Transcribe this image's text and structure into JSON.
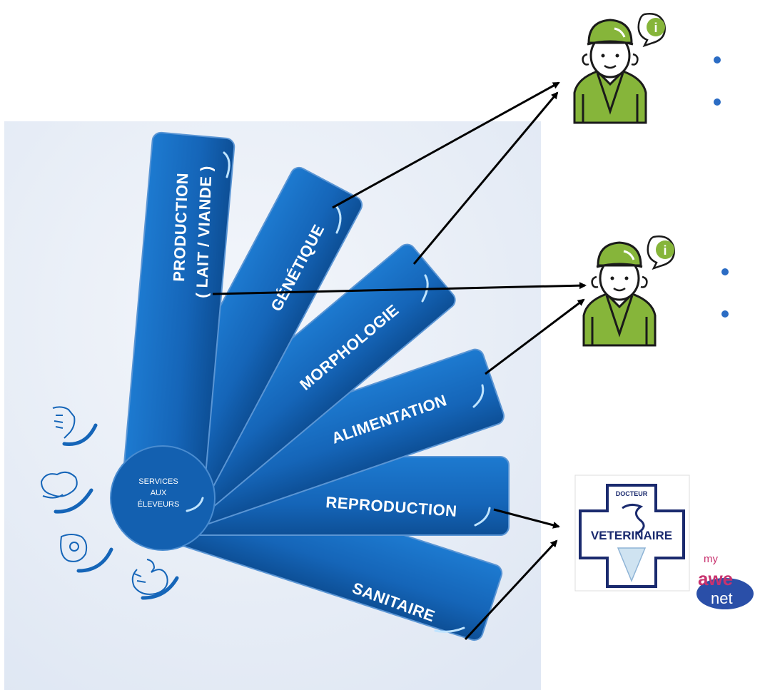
{
  "fan": {
    "center": {
      "line1": "SERVICES",
      "line2": "AUX",
      "line3": "ÉLEVEURS"
    },
    "blades": {
      "production_line1": "PRODUCTION",
      "production_line2": "( LAIT / VIANDE )",
      "genetique": "GÉNÉTIQUE",
      "morphologie": "MORPHOLOGIE",
      "alimentation": "ALIMENTATION",
      "reproduction": "REPRODUCTION",
      "sanitaire": "SANITAIRE"
    },
    "animal_icons": [
      "goat-icon",
      "sheep-icon",
      "pig-icon",
      "chicken-icon"
    ]
  },
  "advisors": [
    {
      "icon": "farmer-advisor-icon",
      "badge": "i"
    },
    {
      "icon": "farmer-advisor-icon",
      "badge": "i"
    }
  ],
  "vet_logo": {
    "top": "DOCTEUR",
    "main": "VETERINAIRE"
  },
  "myawenet_logo": {
    "my": "my",
    "awe": "awe",
    "net": "net"
  },
  "colors": {
    "blade_blue": "#1565b8",
    "background_panel": "#e8eef7",
    "advisor_green": "#86b53a",
    "arrow": "#000000",
    "bullet": "#2b6cc4"
  }
}
